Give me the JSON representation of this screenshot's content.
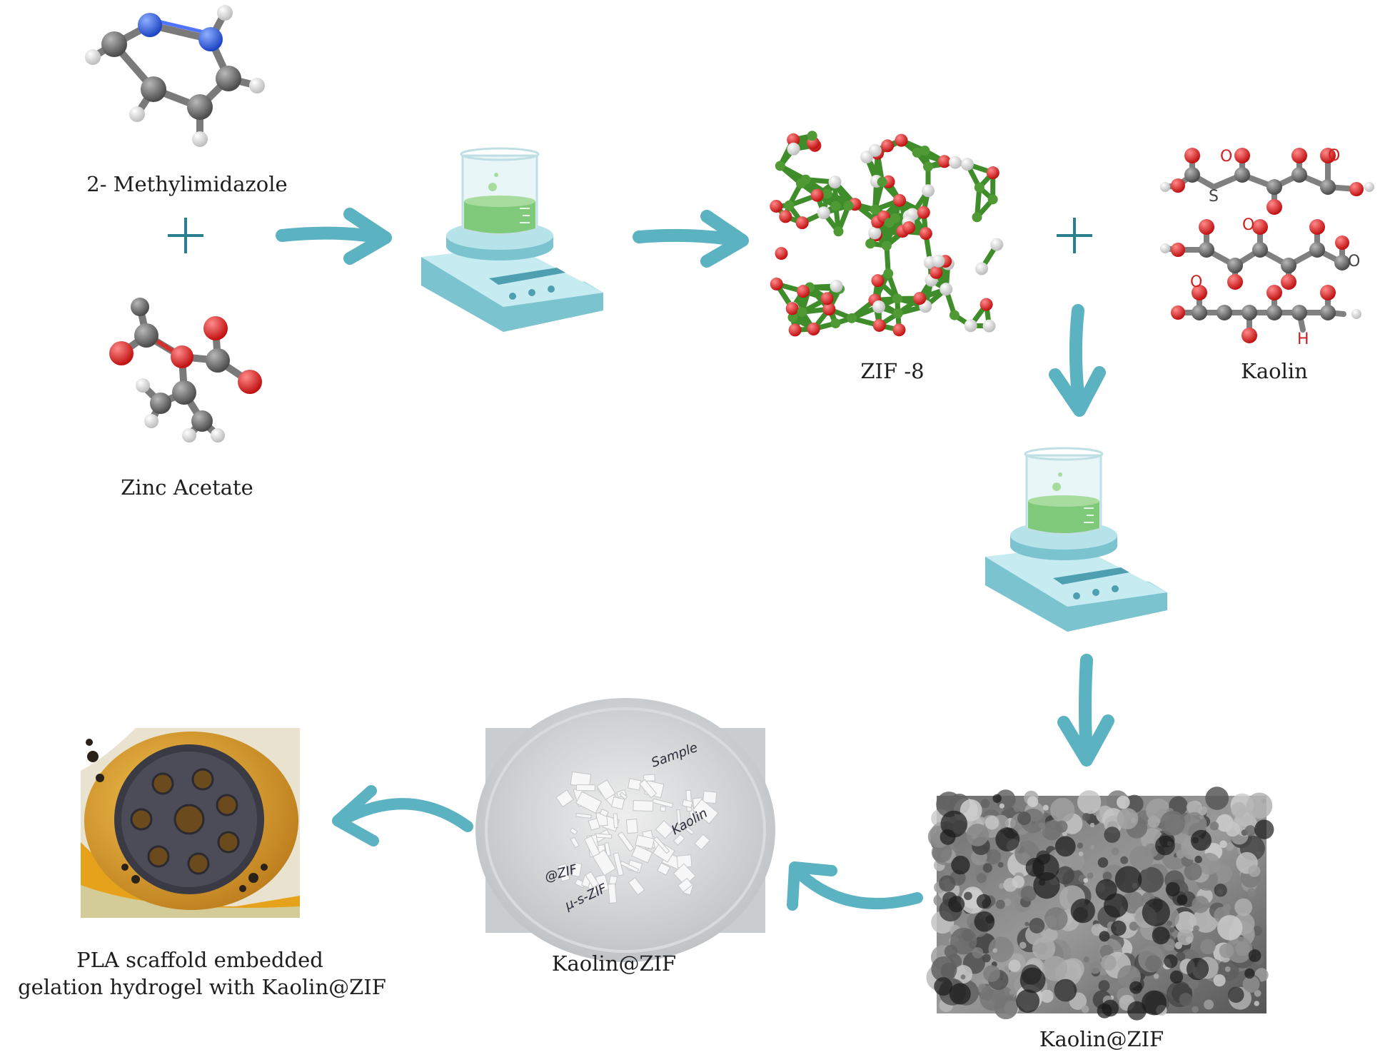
{
  "labels": {
    "methylimidazole": "2- Methylimidazole",
    "zinc_acetate": "Zinc Acetate",
    "zif8": "ZIF -8",
    "kaolin": "Kaolin",
    "kaolin_zif_sem": "Kaolin@ZIF",
    "kaolin_zif_dish": "Kaolin@ZIF",
    "pla_line1": "PLA scaffold embedded",
    "pla_line2": "gelation hydrogel with Kaolin@ZIF"
  },
  "atom_labels": {
    "s": "S",
    "o": "O",
    "h": "H"
  },
  "dish_handwriting": [
    "Sample",
    "Kaolin",
    "@ZIF",
    "μ-s-ZIF"
  ],
  "colors": {
    "arrow": "#5bb3c1",
    "plus": "#2a7f8f",
    "stirrer_body": "#8fd0dc",
    "stirrer_dark": "#5aa8b8",
    "liquid": "#7fc97a",
    "carbon": "#6b6b6b",
    "oxygen": "#e02a2a",
    "nitrogen": "#2f5fe0",
    "hydrogen": "#e9e9e9",
    "zif_green": "#3f8c2a"
  }
}
